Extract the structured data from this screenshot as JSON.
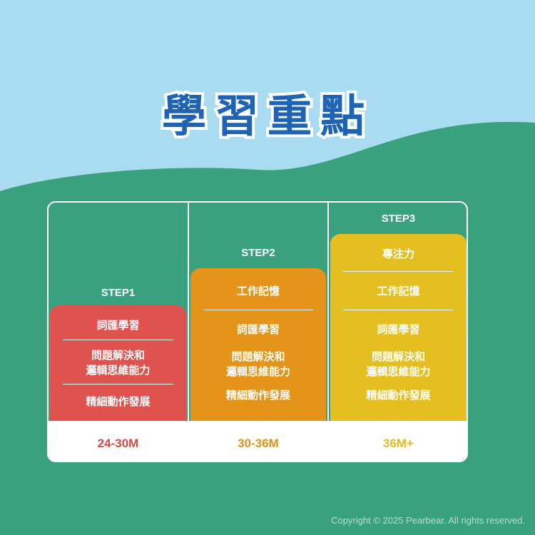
{
  "title": "學習重點",
  "steps": [
    {
      "label": "STEP1",
      "color": "#e0524e",
      "items": [
        "詞匯學習",
        "問題解決和\n邏輯思維能力",
        "精細動作發展"
      ],
      "age": "24-30M",
      "age_color": "#d9473f"
    },
    {
      "label": "STEP2",
      "color": "#e49419",
      "items": [
        "工作記憶",
        "詞匯學習",
        "問題解決和\n邏輯思維能力",
        "精細動作發展"
      ],
      "age": "30-36M",
      "age_color": "#e58f14"
    },
    {
      "label": "STEP3",
      "color": "#e5bf1f",
      "items": [
        "專注力",
        "工作記憶",
        "詞匯學習",
        "問題解決和\n邏輯思維能力",
        "精細動作發展"
      ],
      "age": "36M+",
      "age_color": "#e6b81c"
    }
  ],
  "copyright": "Copyright © 2025 Pearbear. All rights reserved.",
  "colors": {
    "sky": "#a9dcf1",
    "field": "#3aa17e",
    "title": "#1f63b4"
  }
}
